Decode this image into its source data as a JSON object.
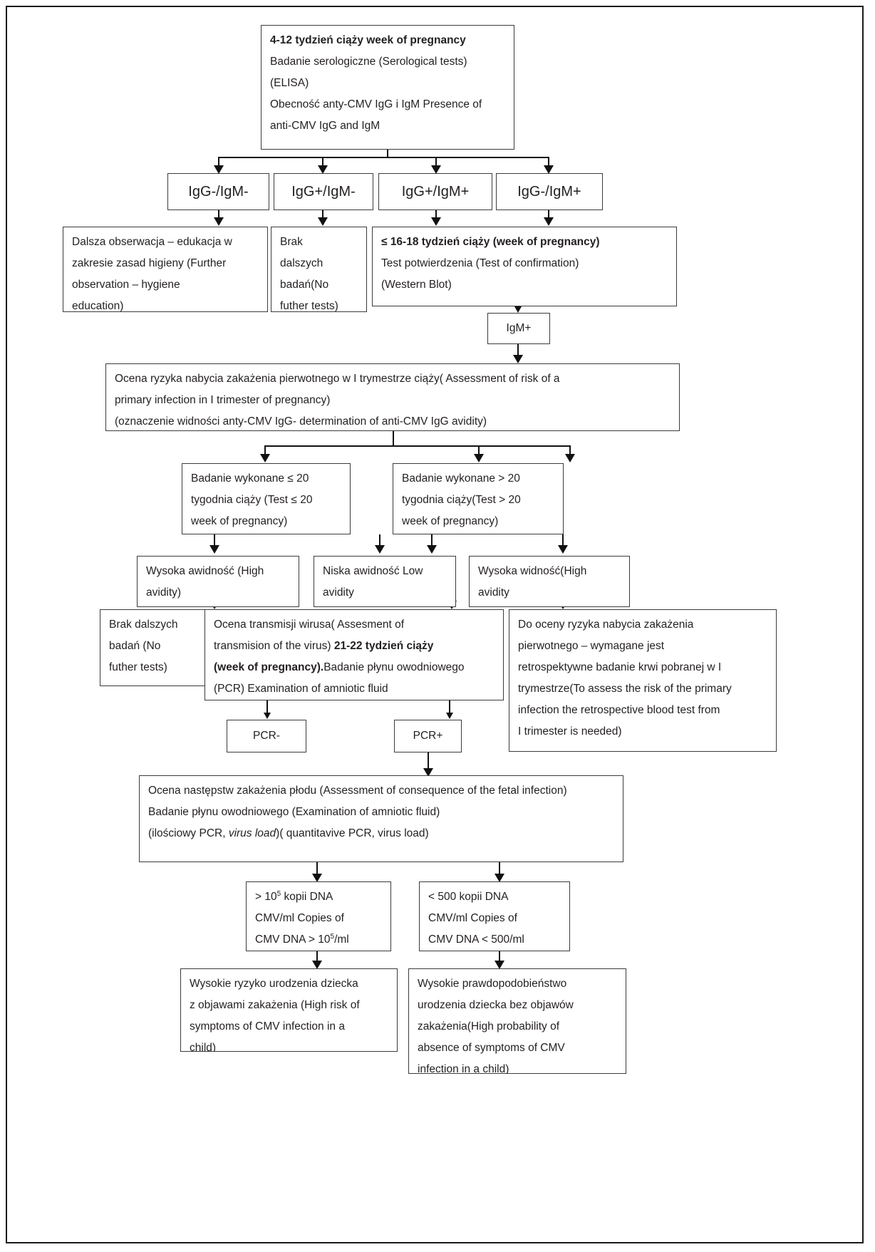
{
  "diagram": {
    "title": "CMV screening in pregnancy algorithm",
    "nodes": {
      "top": {
        "l1": "4-12 tydzień ciąży week of pregnancy",
        "l2": "Badanie serologiczne (Serological tests)",
        "l3": "(ELISA)",
        "l4": "Obecność anty-CMV IgG i IgM Presence of",
        "l5": "anti-CMV IgG and IgM"
      },
      "sero1": "IgG-/IgM-",
      "sero2": "IgG+/IgM-",
      "sero3": "IgG+/IgM+",
      "sero4": "IgG-/IgM+",
      "further_obs": {
        "l1": "Dalsza obserwacja – edukacja w",
        "l2": "zakresie zasad higieny (Further",
        "l3": "observation – hygiene",
        "l4": "education)"
      },
      "no_tests_1": {
        "l1": "Brak",
        "l2": "dalszych",
        "l3": "badań(No",
        "l4": "futher tests)"
      },
      "confirm": {
        "l1_bold": "≤ 16-18 tydzień ciąży (week of pregnancy)",
        "l2": "Test potwierdzenia (Test of confirmation)",
        "l3": "(Western Blot)"
      },
      "igm_plus": "IgM+",
      "risk": {
        "l1": "Ocena ryzyka nabycia zakażenia pierwotnego w I trymestrze ciąży( Assessment of risk of a",
        "l2": "primary infection in I trimester of pregnancy)",
        "l3": "(oznaczenie widności anty-CMV IgG- determination of anti-CMV IgG avidity)"
      },
      "test_le20": {
        "l1": "Badanie wykonane ≤ 20",
        "l2": "tygodnia ciąży (Test ≤ 20",
        "l3": "week of pregnancy)"
      },
      "test_gt20": {
        "l1": "Badanie wykonane > 20",
        "l2": "tygodnia ciąży(Test > 20",
        "l3": "week of pregnancy)"
      },
      "high_avidity_left": {
        "l1": "Wysoka awidność (High",
        "l2": "avidity)"
      },
      "low_avidity": {
        "l1": "Niska awidność Low",
        "l2": "avidity"
      },
      "high_avidity_right": {
        "l1": "Wysoka widność(High",
        "l2": "avidity"
      },
      "no_tests_2": {
        "l1": "Brak dalszych",
        "l2": "badań (No",
        "l3": "futher tests)"
      },
      "transmission": {
        "l1": "Ocena transmisji wirusa( Assesment of",
        "l2a": "transmision of the virus) ",
        "l2b": "21-22 tydzień ciąży",
        "l3b": "(week of pregnancy).",
        "l3a": "Badanie płynu owodniowego",
        "l4": "(PCR) Examination of amniotic fluid"
      },
      "retrospective": {
        "l1": "Do oceny ryzyka nabycia zakażenia",
        "l2": "pierwotnego – wymagane jest",
        "l3": "retrospektywne badanie krwi pobranej w I",
        "l4": "trymestrze(To assess the risk of the primary",
        "l5": "infection the retrospective blood test from",
        "l6": "I trimester is needed)"
      },
      "pcr_minus": "PCR-",
      "pcr_plus": "PCR+",
      "consequence": {
        "l1": "Ocena następstw zakażenia płodu (Assessment of consequence of the fetal infection)",
        "l2": "Badanie płynu owodniowego (Examination of amniotic fluid)",
        "l3a": "(ilościowy PCR, ",
        "l3b": "virus load",
        "l3c": ")( quantitavive PCR, virus load)"
      },
      "high_copies": {
        "l1a": "> 10",
        "l1sup": "5",
        "l1b": " kopii DNA",
        "l2": "CMV/ml Copies of",
        "l3a": "CMV DNA > 10",
        "l3sup": "5",
        "l3b": "/ml"
      },
      "low_copies": {
        "l1": "< 500 kopii DNA",
        "l2": "CMV/ml Copies of",
        "l3": "CMV DNA < 500/ml"
      },
      "high_risk": {
        "l1": "Wysokie ryzyko urodzenia dziecka",
        "l2": "z objawami zakażenia (High risk of",
        "l3": "symptoms of CMV infection in a",
        "l4": "child)"
      },
      "high_prob": {
        "l1": "Wysokie prawdopodobieństwo",
        "l2": "urodzenia dziecka bez objawów",
        "l3": "zakażenia(High probability of",
        "l4": "absence of symptoms of CMV",
        "l5": "infection in a child)"
      }
    }
  }
}
